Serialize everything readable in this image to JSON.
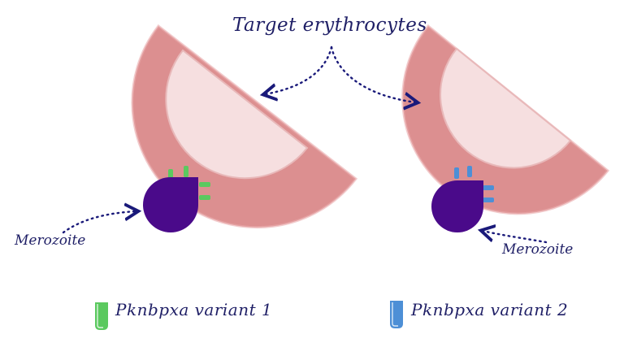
{
  "labels": {
    "title": "Target erythrocytes",
    "merozoite_left": "Merozoite",
    "merozoite_right": "Merozoite"
  },
  "legend": [
    {
      "label": "Pknbpxa variant 1",
      "color": "#5bc95f"
    },
    {
      "label": "Pknbpxa variant 2",
      "color": "#4d8fd6"
    }
  ],
  "colors": {
    "erythrocyte_outer": "#dc8f90",
    "erythrocyte_inner": "#f6dfe0",
    "merozoite": "#4a0a8a",
    "arrow": "#1a1a7a",
    "variant1": "#5bc95f",
    "variant2": "#4d8fd6"
  }
}
